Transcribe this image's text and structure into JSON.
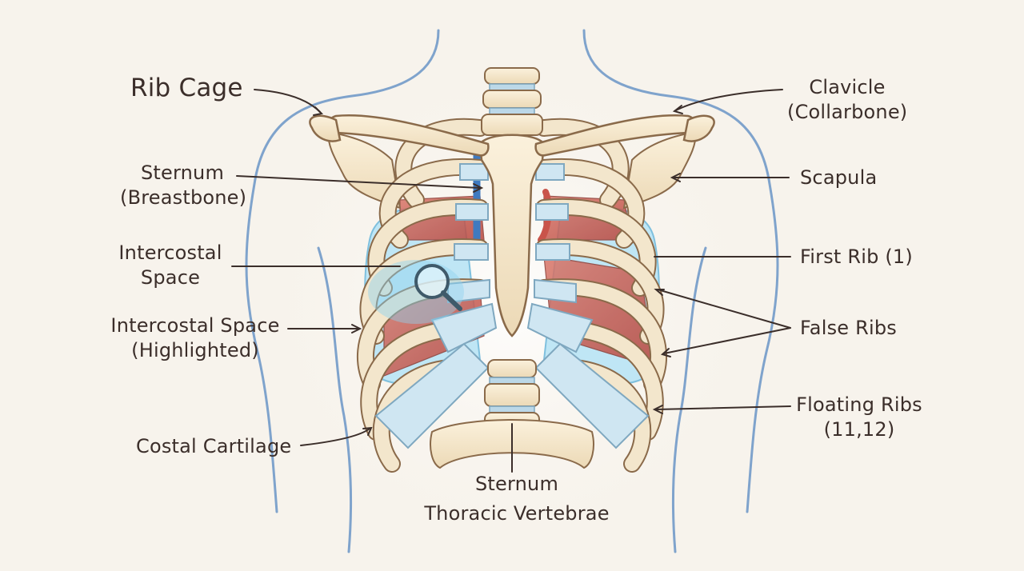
{
  "labels": {
    "rib_cage": "Rib Cage",
    "sternum_line1": "Sternum",
    "sternum_line2": "(Breastbone)",
    "intercostal_line1": "Intercostal",
    "intercostal_line2": "Space",
    "intercostal_hl_line1": "Intercostal Space",
    "intercostal_hl_line2": "(Highlighted)",
    "costal_cartilage": "Costal Cartilage",
    "clavicle_line1": "Clavicle",
    "clavicle_line2": "(Collarbone)",
    "scapula": "Scapula",
    "first_rib": "First Rib (1)",
    "false_ribs": "False Ribs",
    "floating_line1": "Floating Ribs",
    "floating_line2": "(11,12)",
    "bottom_sternum": "Sternum",
    "bottom_vertebrae": "Thoracic Vertebrae"
  },
  "colors": {
    "background": "#f7f3ec",
    "bone": "#f3e6cc",
    "bone_outline": "#8a6a4a",
    "cartilage": "#cfe6f2",
    "muscle": "#c9544a",
    "lung_highlight": "#8fd3f0",
    "body_outline": "#7fa3cc",
    "text": "#3b2e2a",
    "leader_line": "#3b2e2a"
  },
  "icons": {
    "magnifier": "magnifier-icon"
  }
}
